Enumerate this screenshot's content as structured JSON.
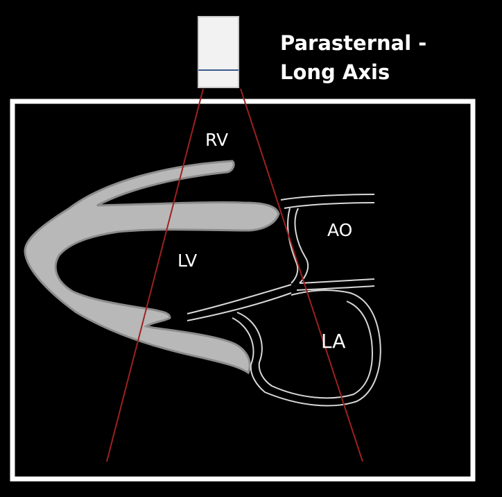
{
  "title": {
    "line1": "Parasternal -",
    "line2": "Long Axis"
  },
  "labels": {
    "rv": "RV",
    "lv": "LV",
    "ao": "AO",
    "la": "LA"
  },
  "colors": {
    "background": "#000000",
    "frame": "#ffffff",
    "myocardium": "#b8b8b8",
    "myocardium_edge": "#8c8c8c",
    "vessel_outline": "#d9d9d9",
    "beam_line": "#a02020",
    "probe_body": "#f2f2f2",
    "probe_marker": "#3a5a8c"
  },
  "icons": {
    "probe": "ultrasound-probe-icon"
  }
}
